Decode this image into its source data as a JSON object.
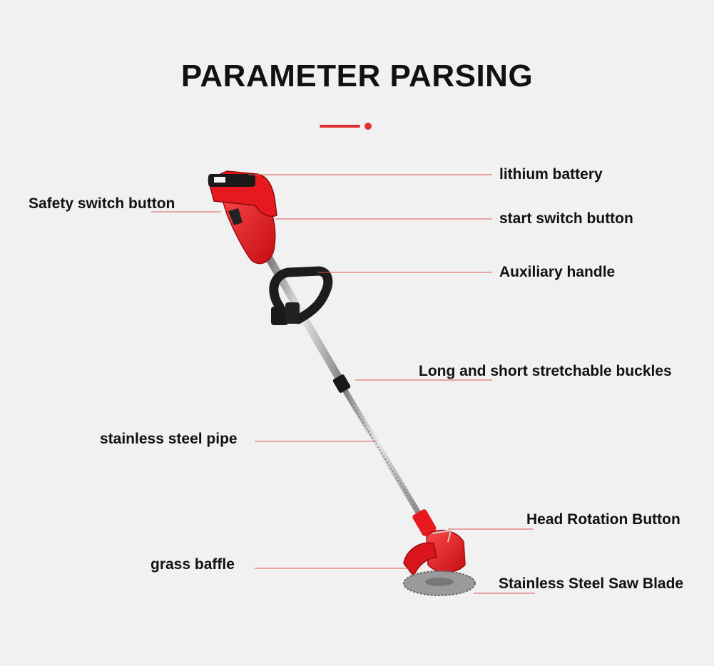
{
  "title": "PARAMETER PARSING",
  "accent_color": "#e03030",
  "product_colors": {
    "body": "#e8191e",
    "grip": "#1a1a1a",
    "pipe": "#b8b8b8",
    "blade": "#9a9a9a"
  },
  "labels": {
    "lithium_battery": "lithium battery",
    "safety_switch_button": "Safety switch button",
    "start_switch_button": "start switch button",
    "auxiliary_handle": "Auxiliary handle",
    "stretchable_buckles": "Long and short stretchable buckles",
    "stainless_steel_pipe": "stainless steel pipe",
    "head_rotation_button": "Head Rotation Button",
    "grass_baffle": "grass baffle",
    "saw_blade": "Stainless Steel Saw Blade"
  }
}
